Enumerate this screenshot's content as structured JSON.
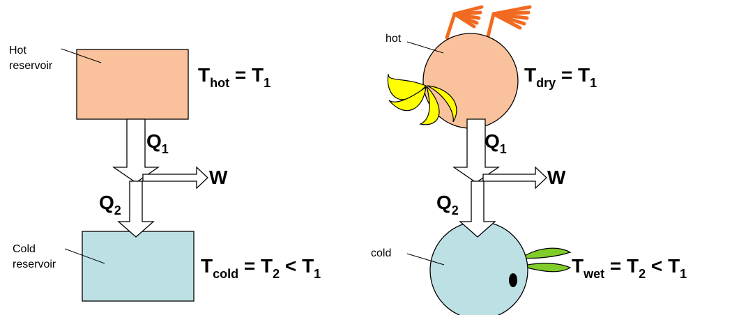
{
  "colors": {
    "hot_fill": "#F9C29D",
    "cold_fill": "#BCE0E4",
    "stroke": "#000000",
    "hair": "#F26A21",
    "banana": "#FFFF00",
    "leaf": "#80CC28"
  },
  "left": {
    "hot_label": [
      "Hot",
      "reservoir"
    ],
    "cold_label": [
      "Cold",
      "reservoir"
    ],
    "t_hot": {
      "main": "T",
      "sub": "hot",
      "eq": " = T",
      "eq_sub": "1"
    },
    "t_cold": {
      "main": "T",
      "sub": "cold",
      "eq": " = T",
      "eq_sub": "2",
      "tail": " < T",
      "tail_sub": "1"
    },
    "q1": {
      "main": "Q",
      "sub": "1"
    },
    "q2": {
      "main": "Q",
      "sub": "2"
    },
    "w": "W"
  },
  "right": {
    "hot_label": "hot",
    "cold_label": "cold",
    "t_dry": {
      "main": "T",
      "sub": "dry",
      "eq": " = T",
      "eq_sub": "1"
    },
    "t_wet": {
      "main": "T",
      "sub": "wet",
      "eq": " = T",
      "eq_sub": "2",
      "tail": " < T",
      "tail_sub": "1"
    },
    "q1": {
      "main": "Q",
      "sub": "1"
    },
    "q2": {
      "main": "Q",
      "sub": "2"
    },
    "w": "W"
  }
}
